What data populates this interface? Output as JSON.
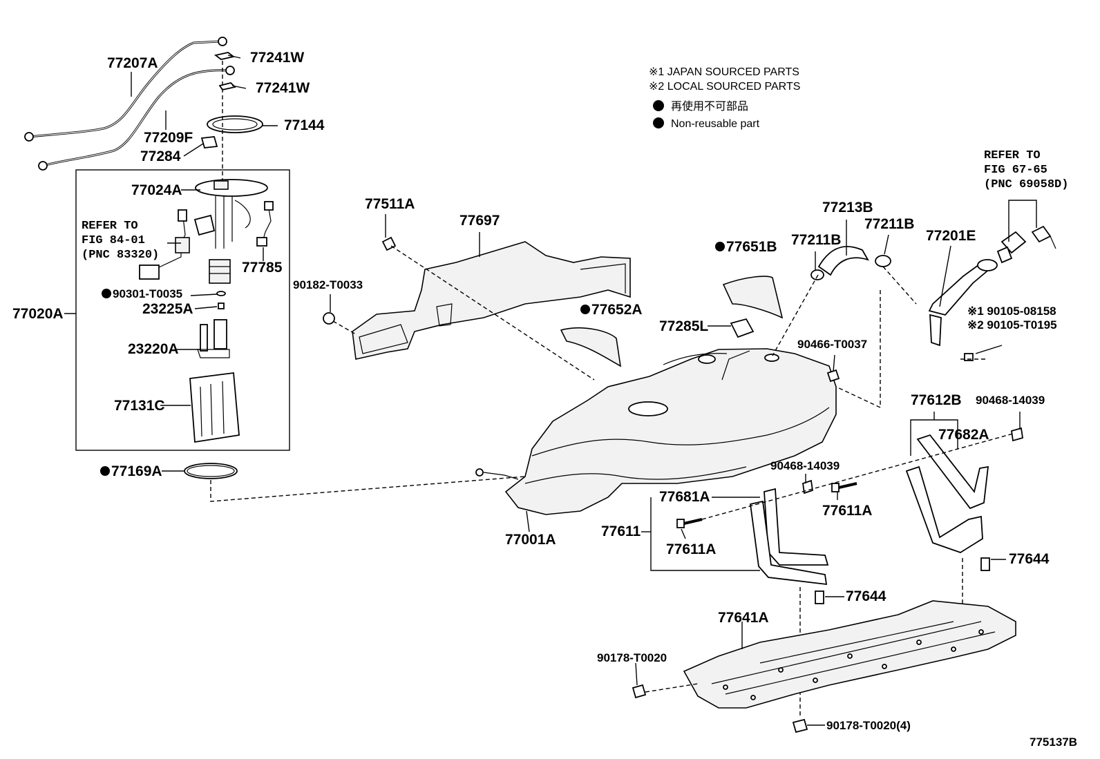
{
  "legend": {
    "note1": "※1 JAPAN SOURCED PARTS",
    "note2": "※2 LOCAL SOURCED PARTS",
    "note3": "再使用不可部品",
    "note4": "Non-reusable part"
  },
  "refs": {
    "fig84_line1": "REFER TO",
    "fig84_line2": "FIG 84-01",
    "fig84_line3": "(PNC 83320)",
    "fig67_line1": "REFER TO",
    "fig67_line2": "FIG 67-65",
    "fig67_line3": "(PNC 69058D)"
  },
  "parts": {
    "p77207A": "77207A",
    "p77241W_1": "77241W",
    "p77241W_2": "77241W",
    "p77144": "77144",
    "p77209F": "77209F",
    "p77284": "77284",
    "p77024A": "77024A",
    "p77785": "77785",
    "p90301": "90301-T0035",
    "p23225A": "23225A",
    "p77020A": "77020A",
    "p23220A": "23220A",
    "p77131C": "77131C",
    "p77169A": "77169A",
    "p77511A": "77511A",
    "p77697": "77697",
    "p90182": "90182-T0033",
    "p77651B": "77651B",
    "p77652A": "77652A",
    "p77213B": "77213B",
    "p77211B_1": "77211B",
    "p77211B_2": "77211B",
    "p77201E": "77201E",
    "p90105_1": "※1 90105-08158",
    "p90105_2": "※2 90105-T0195",
    "p77285L": "77285L",
    "p90466": "90466-T0037",
    "p77612B": "77612B",
    "p90468_1": "90468-14039",
    "p77682A": "77682A",
    "p90468_2": "90468-14039",
    "p77681A": "77681A",
    "p77611A_1": "77611A",
    "p77611": "77611",
    "p77611A_2": "77611A",
    "p77001A": "77001A",
    "p77644_1": "77644",
    "p77644_2": "77644",
    "p77641A": "77641A",
    "p90178_1": "90178-T0020",
    "p90178_2": "90178-T0020(4)",
    "diagram_id": "775137B"
  }
}
